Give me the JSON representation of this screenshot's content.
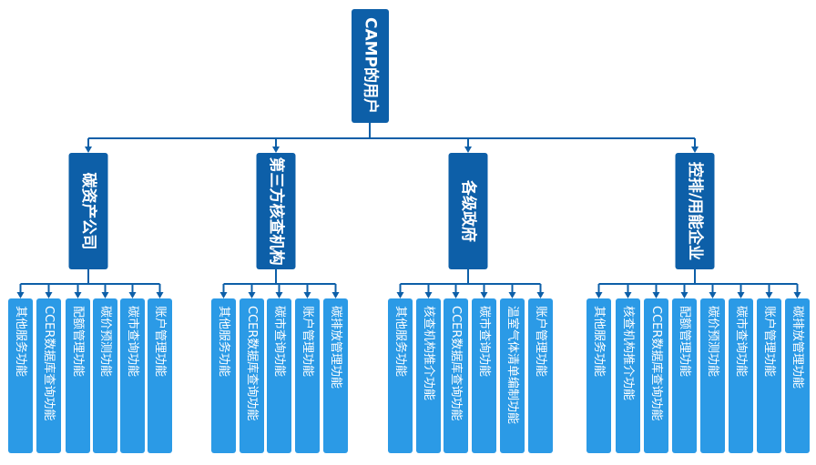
{
  "root": {
    "label": "CAMP的用户"
  },
  "groups": [
    {
      "label": "碳资产公司",
      "children": [
        "其他服务功能",
        "CCER数据库查询功能",
        "配额管理功能",
        "碳价预测功能",
        "碳市查询功能",
        "账户管理功能"
      ]
    },
    {
      "label": "第三方核查机构",
      "children": [
        "其他服务功能",
        "CCER数据库查询功能",
        "碳市查询功能",
        "账户管理功能",
        "碳排放管理功能"
      ]
    },
    {
      "label": "各级政府",
      "children": [
        "其他服务功能",
        "核查机构推介功能",
        "CCER数据库查询功能",
        "碳市查询功能",
        "温室气体清单编制功能",
        "账户管理功能"
      ]
    },
    {
      "label": "控排/用能企业",
      "children": [
        "其他服务功能",
        "核查机构推介功能",
        "CCER数据库查询功能",
        "配额管理功能",
        "碳价预测功能",
        "碳市查询功能",
        "账户管理功能",
        "碳排放管理功能"
      ]
    }
  ],
  "colors": {
    "root": "#0d5fa8",
    "group": "#0d5fa8",
    "leaf": "#2b9ae6",
    "connector": "#0d5fa8",
    "text": "#ffffff"
  }
}
